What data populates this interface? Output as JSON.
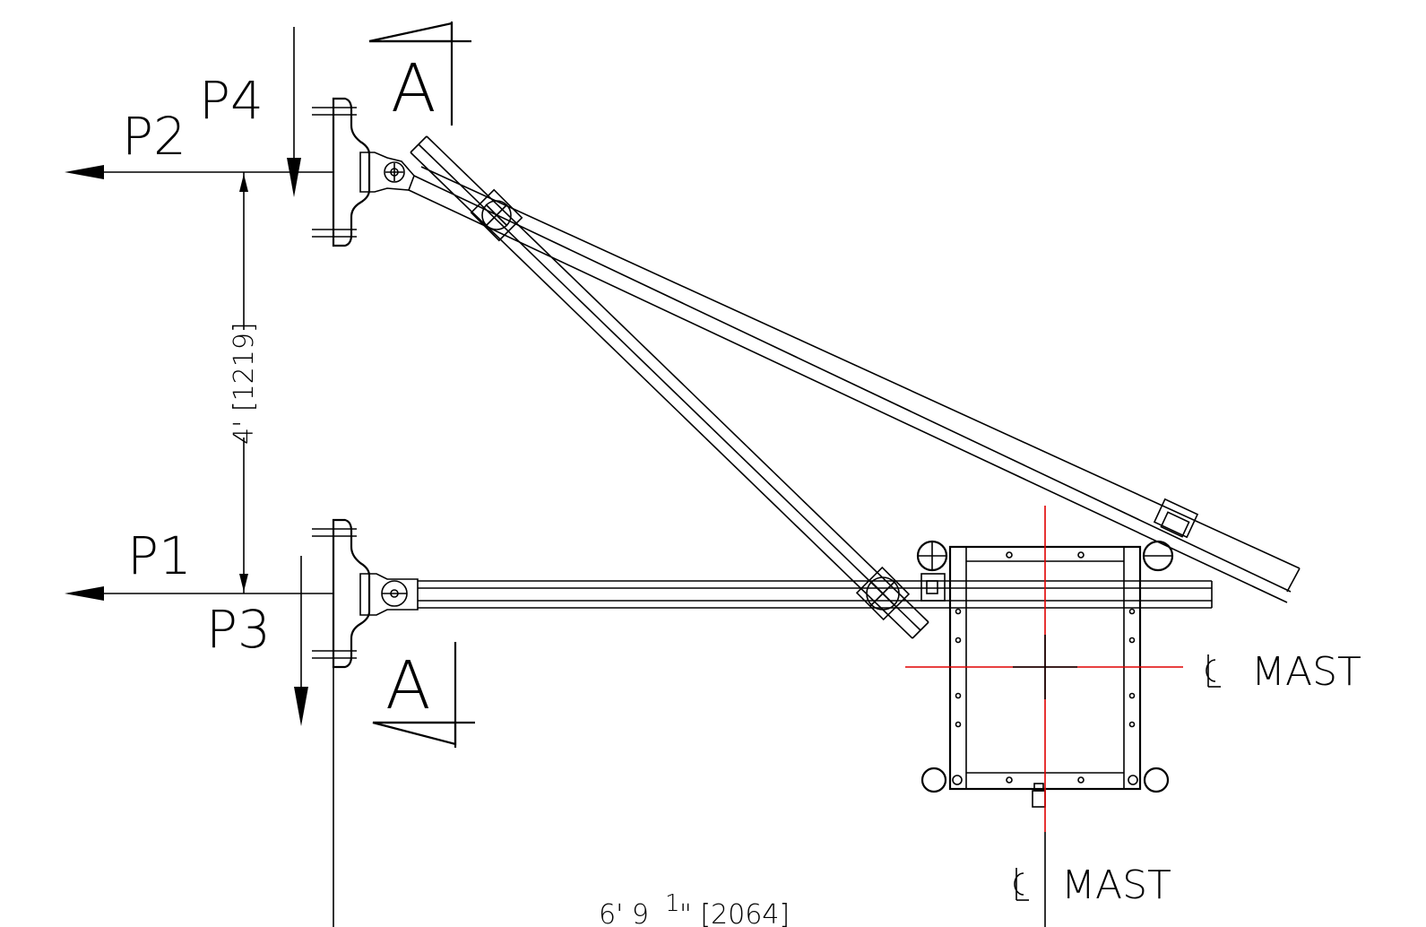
{
  "labels": {
    "p1": "P1",
    "p2": "P2",
    "p3": "P3",
    "p4": "P4",
    "section_a_top": "A",
    "section_a_bottom": "A",
    "dim_vertical": "4' [1219]",
    "dim_horizontal": "6' 9",
    "dim_horizontal_frac": "1",
    "dim_horizontal_metric": "\" [2064]",
    "mast_right": "MAST",
    "mast_bottom": "MAST"
  },
  "colors": {
    "line": "#000000",
    "centerline": "#e00000"
  }
}
